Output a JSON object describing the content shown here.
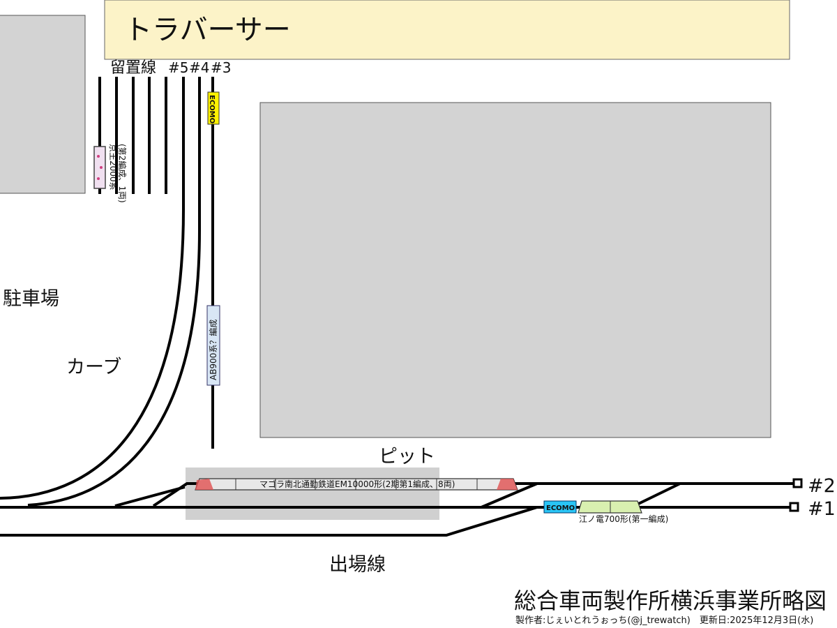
{
  "areas": {
    "traverser": "トラバーサー",
    "parking": "駐車場",
    "curve": "カーブ",
    "pit": "ピット",
    "exit_line": "出場線"
  },
  "tracks": {
    "storage": "留置線",
    "t5": "#5",
    "t4": "#4",
    "t3": "#3",
    "t2": "#2",
    "t1": "#1"
  },
  "vehicles": {
    "keio_line1": "京王2000系",
    "keio_line2": "(第2編成、1両)",
    "ecomo_top": "ECOMO",
    "ab900": "AB900系？編成",
    "magora": "マゴラ南北通勤鉄道EM10000形(2期第1編成、8両)",
    "ecomo_bottom": "ECOMO",
    "enoden": "江ノ電700形(第一編成)"
  },
  "footer": {
    "title": "総合車両製作所横浜事業所略図",
    "credit": "製作者:じぇいとれうぉっち(@j_trewatch)　更新日:2025年12月3日(水)"
  },
  "colors": {
    "traverser_fill": "#fcf3c8",
    "building_fill": "#d3d3d3",
    "pit_fill": "#c8c8c8",
    "ecomo_top_fill": "#fff200",
    "ecomo_bottom_fill": "#29c5f6",
    "enoden_fill": "#d9f0b0",
    "magora_accent": "#e05050",
    "ab900_fill": "#d8e6f5"
  }
}
